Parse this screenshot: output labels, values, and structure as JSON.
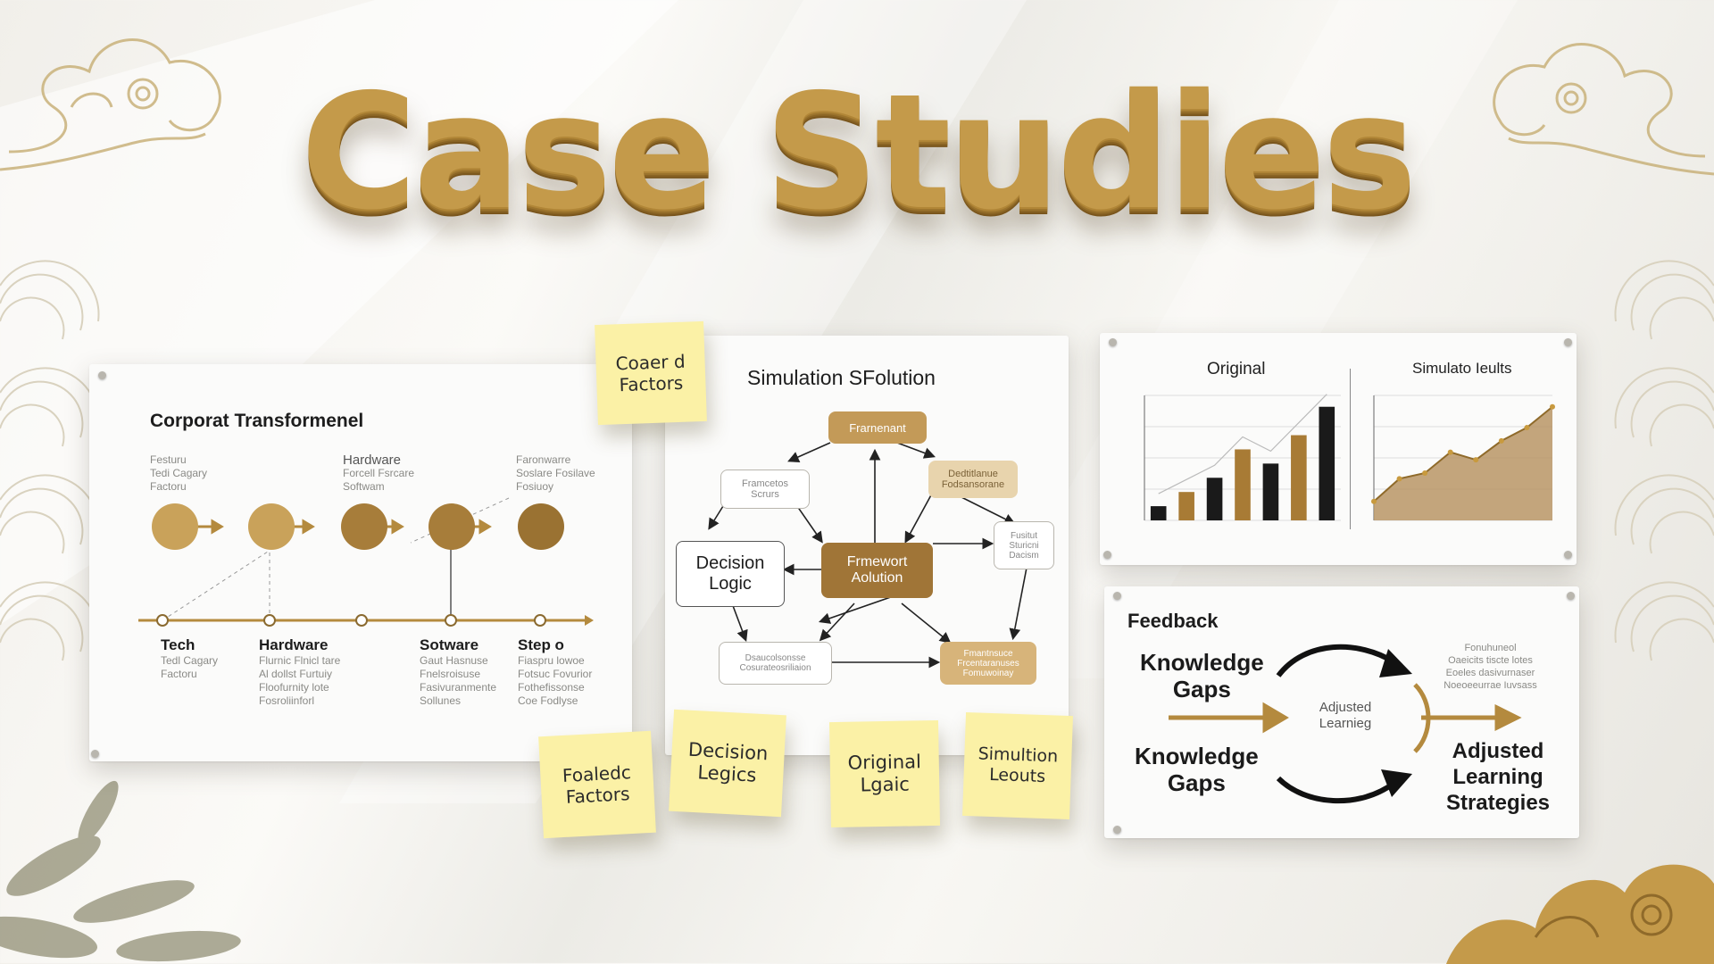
{
  "headline": "Case Studies",
  "colors": {
    "gold": "#c49a4a",
    "gold_dark": "#9c742d",
    "sticky": "#fbf1a6",
    "paper": "#fbfbfa",
    "ink": "#1d1d1d"
  },
  "timeline_panel": {
    "title": "Corporat Transformenel",
    "top_labels": [
      {
        "lines": [
          "Festuru",
          "Tedi Cagary",
          "Factoru"
        ]
      },
      {
        "title": "Hardware",
        "lines": [
          "Forcell Fsrcare",
          "Softwam"
        ]
      },
      {
        "lines": [
          "Faronwarre",
          "Soslare Fosilave",
          "Fosiuoy"
        ]
      }
    ],
    "bottom_labels": [
      {
        "title": "Tech",
        "lines": [
          "Tedl Cagary",
          "Factoru"
        ]
      },
      {
        "title": "Hardware",
        "lines": [
          "Flurnic Flnicl tare",
          "Al dollst Furtuiy",
          "Floofurnity lote",
          "Fosroliinforl"
        ]
      },
      {
        "title": "Sotware",
        "lines": [
          "Gaut Hasnuse",
          "Fnelsroisuse",
          "Fasivuranmente",
          "Sollunes"
        ]
      },
      {
        "title": "Step o",
        "lines": [
          "Fiaspru lowoe",
          "Fotsuc Fovurior",
          "Fothefissonse",
          "Coe Fodlyse"
        ]
      }
    ]
  },
  "sim_panel": {
    "title": "Simulation SFolution",
    "top_box": "Frarnenant",
    "left_top_box": [
      "Framcetos",
      "Scrurs"
    ],
    "right_top_box": [
      "Dedtitlanue",
      "Fodsansorane"
    ],
    "decision_box": [
      "Decision",
      "Logic"
    ],
    "center_box": [
      "Frmewort",
      "Aolution"
    ],
    "right_mid_box": [
      "Fusitut",
      "Sturicni",
      "Dacism"
    ],
    "bottom_left_box": [
      "Dsaucolsonsse",
      "Cosurateosriliaion"
    ],
    "bottom_right_box": [
      "Fmantnsuce",
      "Frcentaranuses",
      "Fomuwoinay"
    ]
  },
  "chart_panel": {
    "left_title": "Original",
    "right_title": "Simulato Ieults",
    "left_chart": {
      "type": "bar",
      "values": [
        1,
        2,
        3,
        5,
        4,
        6,
        8
      ]
    },
    "right_chart": {
      "type": "area",
      "values": [
        1,
        2.2,
        2.5,
        3.6,
        3.2,
        4.2,
        4.9,
        6
      ]
    }
  },
  "feedback_panel": {
    "title": "Feedback",
    "left_top": [
      "Knowledge",
      "Gaps"
    ],
    "left_bottom": [
      "Knowledge",
      "Gaps"
    ],
    "center": [
      "Adjusted",
      "Learnieg"
    ],
    "right_small": [
      "Fonuhuneol",
      "Oaeicits tiscte lotes",
      "Eoeles dasivurnaser",
      "Noeoeeurrae Iuvsass"
    ],
    "right_big": [
      "Adjusted",
      "Learning",
      "Strategies"
    ]
  },
  "stickies": [
    {
      "lines": [
        "Coaer d",
        "Factors"
      ]
    },
    {
      "lines": [
        "Foaledc",
        "Factors"
      ]
    },
    {
      "lines": [
        "Decision",
        "Legics"
      ]
    },
    {
      "lines": [
        "Original",
        "Lgaic"
      ]
    },
    {
      "lines": [
        "Simultion",
        "Leouts"
      ]
    }
  ]
}
